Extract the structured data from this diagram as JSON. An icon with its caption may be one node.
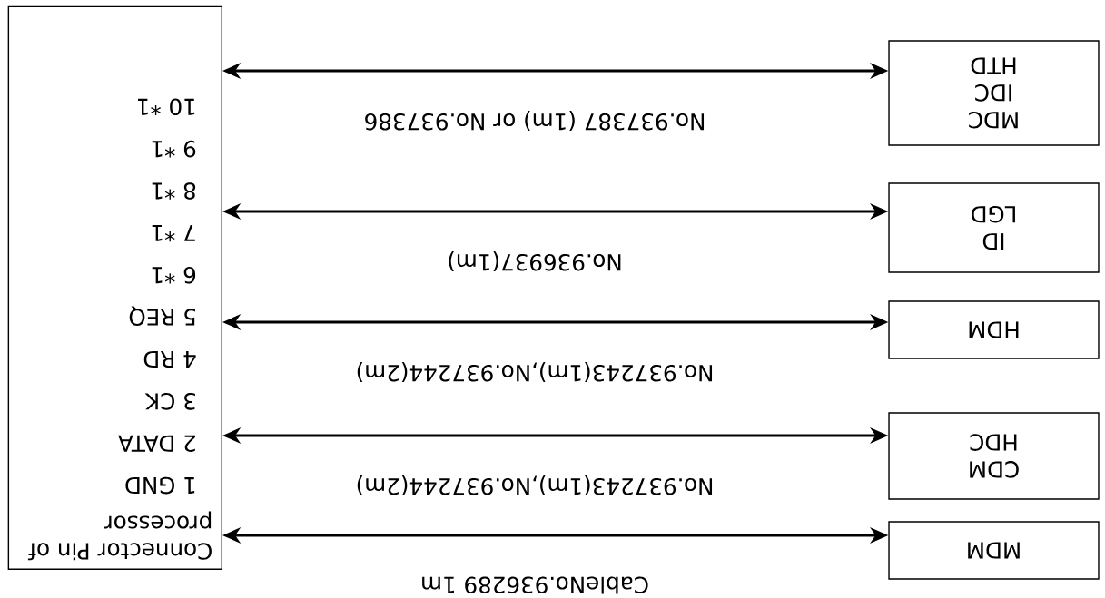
{
  "diagram": {
    "nodes": [
      {
        "text": [
          "MDM"
        ]
      },
      {
        "text": [
          "CDM",
          "HDC"
        ]
      },
      {
        "text": [
          "HDM"
        ]
      },
      {
        "text": [
          "ID",
          "LGD"
        ]
      },
      {
        "text": [
          "MDC",
          "IDC",
          "HTD"
        ]
      },
      {
        "text": [
          "Connector Pin of processor",
          "1 GND",
          "2 DATA",
          "3 CK",
          "4 RD",
          "5 REQ",
          "6 *1",
          "7 *1",
          "8 *1",
          "9 *1",
          "10 *1"
        ]
      }
    ],
    "edges": [
      {
        "from": 5,
        "to": 0,
        "arrow": "both",
        "label": "CableNo.936289 1m"
      },
      {
        "from": 5,
        "to": 1,
        "arrow": "both",
        "label": "No.937243(1m),No.937244(2m)"
      },
      {
        "from": 5,
        "to": 2,
        "arrow": "both",
        "label": "No.937243(1m),No.937244(2m)"
      },
      {
        "from": 5,
        "to": 3,
        "arrow": "both",
        "label": "No.936937(1m)"
      },
      {
        "from": 5,
        "to": 4,
        "arrow": "both",
        "label": "No.937387 (1m) or No.937386"
      }
    ]
  }
}
